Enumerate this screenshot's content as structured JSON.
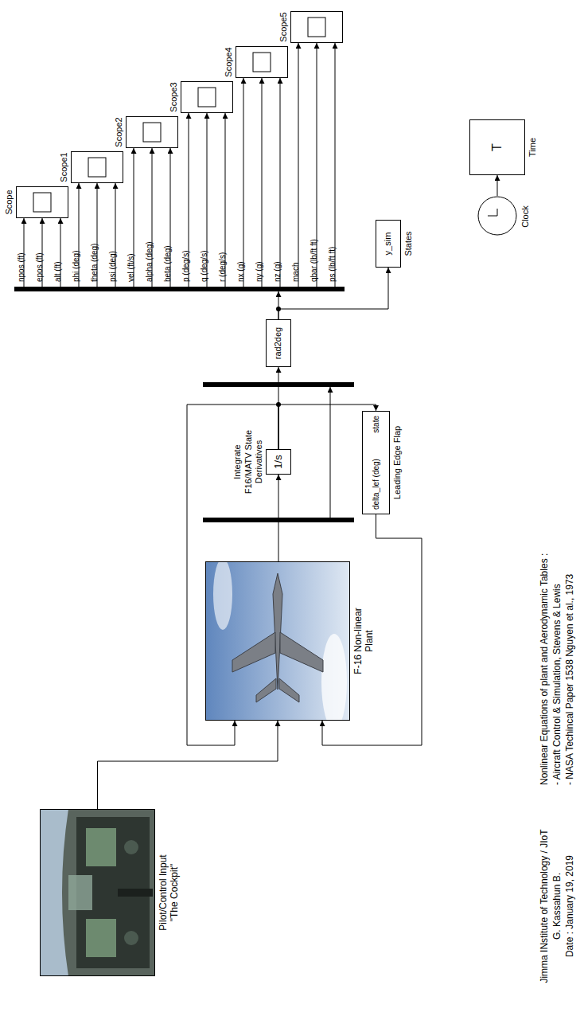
{
  "diagram": {
    "nodes": [
      {
        "text": [
          "Pilot/Control Input \"The Cockpit\""
        ]
      },
      {
        "text": [
          "F-16 Non-linear Plant"
        ]
      },
      {
        "text": [
          "Integrate F16/MATV State Derivatives",
          "1/s"
        ]
      },
      {
        "text": [
          "delta_lef (deg)",
          "state",
          "Leading Edge Flap"
        ]
      },
      {
        "text": [
          "rad2deg"
        ]
      },
      {
        "text": [
          "y_sim",
          "States"
        ]
      },
      {
        "text": [
          "Scope"
        ]
      },
      {
        "text": [
          "Scope1"
        ]
      },
      {
        "text": [
          "Scope2"
        ]
      },
      {
        "text": [
          "Scope3"
        ]
      },
      {
        "text": [
          "Scope4"
        ]
      },
      {
        "text": [
          "Scope5"
        ]
      },
      {
        "text": [
          "Clock"
        ]
      },
      {
        "text": [
          "T",
          "Time"
        ]
      }
    ],
    "edges": [
      {
        "from": 0,
        "to": 1,
        "arrow": "to"
      },
      {
        "from": 1,
        "to": 2,
        "arrow": "to"
      },
      {
        "from": 2,
        "to": 1,
        "arrow": "to"
      },
      {
        "from": 2,
        "to": 3,
        "arrow": "to"
      },
      {
        "from": 3,
        "to": 1,
        "arrow": "to"
      },
      {
        "from": 2,
        "to": 4,
        "arrow": "to"
      },
      {
        "from": 4,
        "to": 5,
        "arrow": "to"
      },
      {
        "from": 12,
        "to": 13,
        "arrow": "to"
      }
    ],
    "labels": [
      "npos (ft)",
      "epos (ft)",
      "alt (ft)",
      "phi (deg)",
      "theta (deg)",
      "psi (deg)",
      "vel (ft/s)",
      "alpha (deg)",
      "beta (deg)",
      "p (deg/s)",
      "q (deg/s)",
      "r (deg/s)",
      "nx (g)",
      "ny (g)",
      "nz (g)",
      "mach",
      "qbar (lb/ft ft)",
      "ps (lb/ft ft)",
      "Jimma INstitute of Technology / JIoT",
      "G. Kassahun B.",
      "Date : January 19, 2019",
      "Nonlinear Equations of plant and Aerodynamic Tables :",
      "- Aircraft Control & Simulation, Stevens & Lewis",
      "- NASA Techincal Paper 1538 Nguyen et al., 1973"
    ]
  }
}
